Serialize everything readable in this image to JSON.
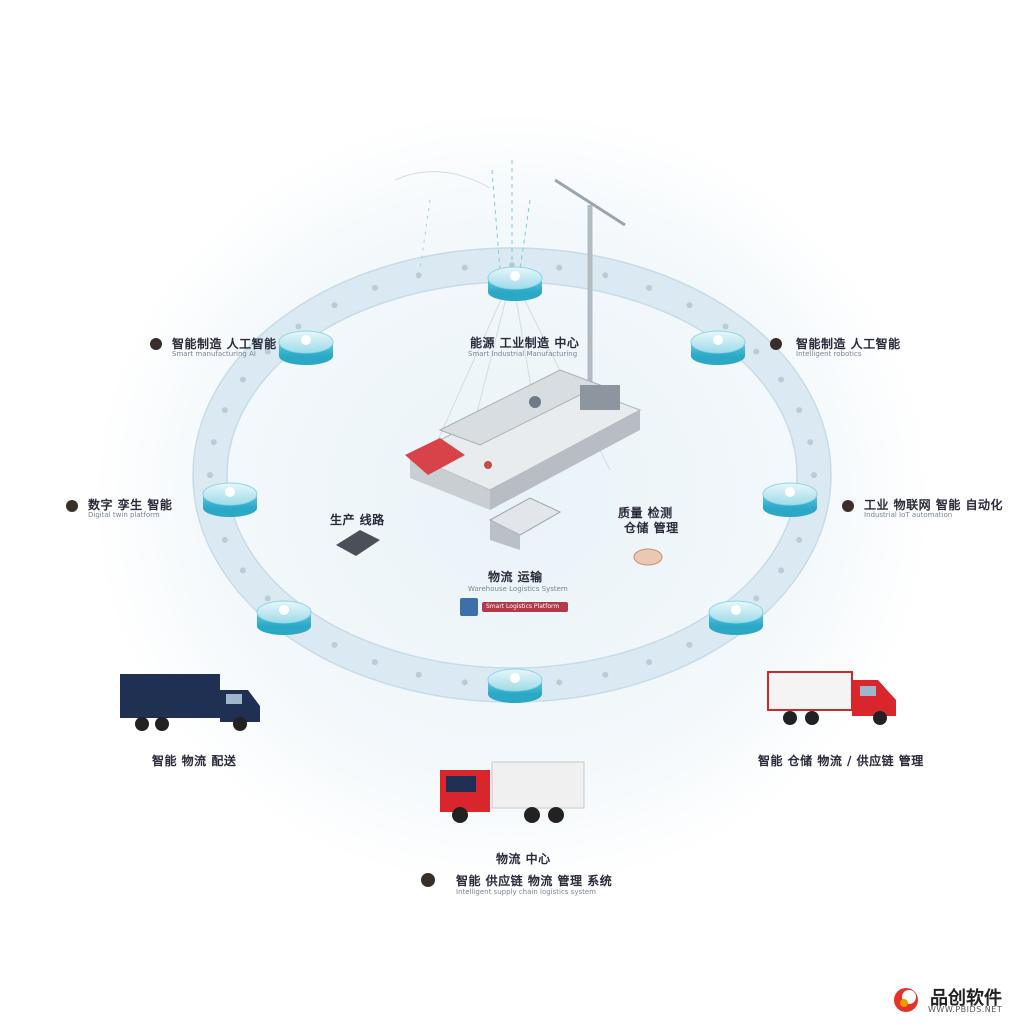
{
  "center": {
    "title": "能源 工业制造 中心",
    "subtitle": "Smart Industrial Manufacturing"
  },
  "nodes_left": [
    {
      "title": "智能制造 人工智能",
      "subtitle": "Smart manufacturing AI"
    },
    {
      "title": "数字 孪生 智能",
      "subtitle": "Digital twin platform"
    }
  ],
  "nodes_right": [
    {
      "title": "智能制造 人工智能",
      "subtitle": "Intelligent robotics"
    },
    {
      "title": "工业 物联网 智能 自动化",
      "subtitle": "Industrial IoT automation"
    }
  ],
  "inner": {
    "left_label": "生产 线路",
    "right_label_1": "质量 检测",
    "right_label_2": "仓储 管理",
    "bottom_label": "物流 运输",
    "bottom_sub": "Warehouse Logistics System",
    "badge_text": "Smart Logistics Platform"
  },
  "trucks": {
    "left_label": "智能 物流 配送",
    "right_label": "智能 仓储 物流 / 供应链 管理",
    "bottom_title": "物流 中心",
    "bottom_label": "智能 供应链 物流 管理 系统",
    "bottom_sub": "Intelligent supply chain logistics system"
  },
  "brand": {
    "name": "品创软件",
    "url": "WWW.PBIDS.NET"
  },
  "colors": {
    "ring": "#d9e9f2",
    "node": "#4fc3dc",
    "truck_red": "#d8262c",
    "truck_navy": "#1f3052"
  }
}
